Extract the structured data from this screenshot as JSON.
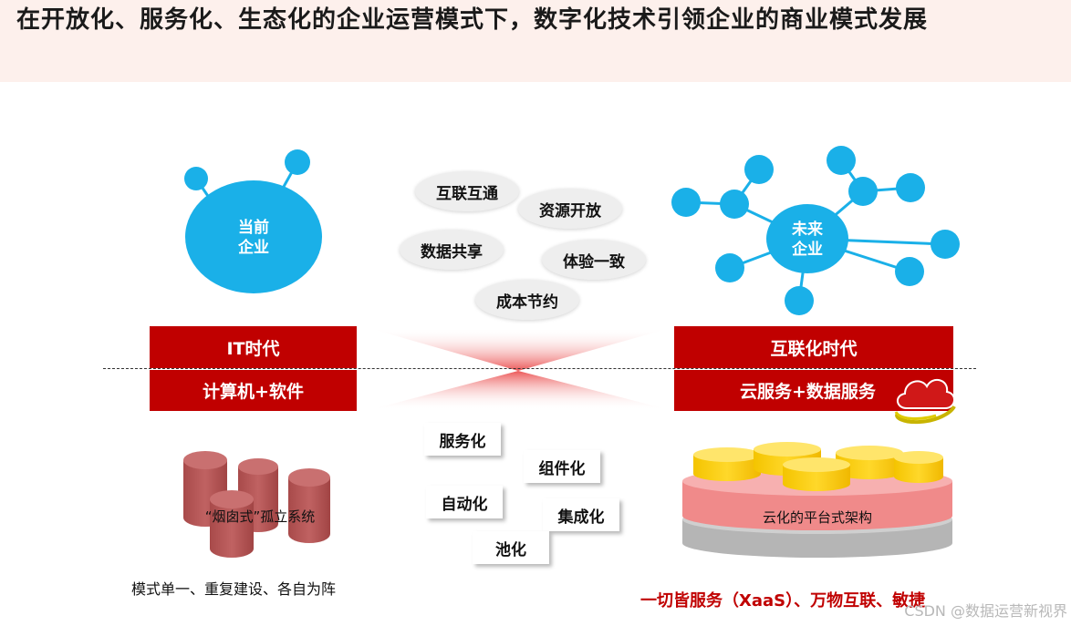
{
  "title": "在开放化、服务化、生态化的企业运营模式下，数字化技术引领企业的商业模式发展",
  "current_enterprise": {
    "label_line1": "当前",
    "label_line2": "企业"
  },
  "future_enterprise": {
    "label_line1": "未来",
    "label_line2": "企业"
  },
  "bubbles": [
    "互联互通",
    "资源开放",
    "数据共享",
    "体验一致",
    "成本节约"
  ],
  "left_banner": {
    "top": "IT时代",
    "bottom": "计算机+软件"
  },
  "right_banner": {
    "top": "互联化时代",
    "bottom": "云服务+数据服务"
  },
  "tags": [
    "服务化",
    "组件化",
    "自动化",
    "集成化",
    "池化"
  ],
  "left_system_label": "“烟囱式”孤立系统",
  "right_platform_label": "云化的平台式架构",
  "left_caption": "模式单一、重复建设、各自为阵",
  "right_slogan": "一切皆服务（XaaS）、万物互联、敏捷",
  "watermark": "CSDN @数据运营新视界",
  "colors": {
    "accent_red": "#c00000",
    "node_blue": "#1ab0e8",
    "header_bg": "#fdf0ec"
  },
  "icons": [
    "cloud-icon"
  ]
}
